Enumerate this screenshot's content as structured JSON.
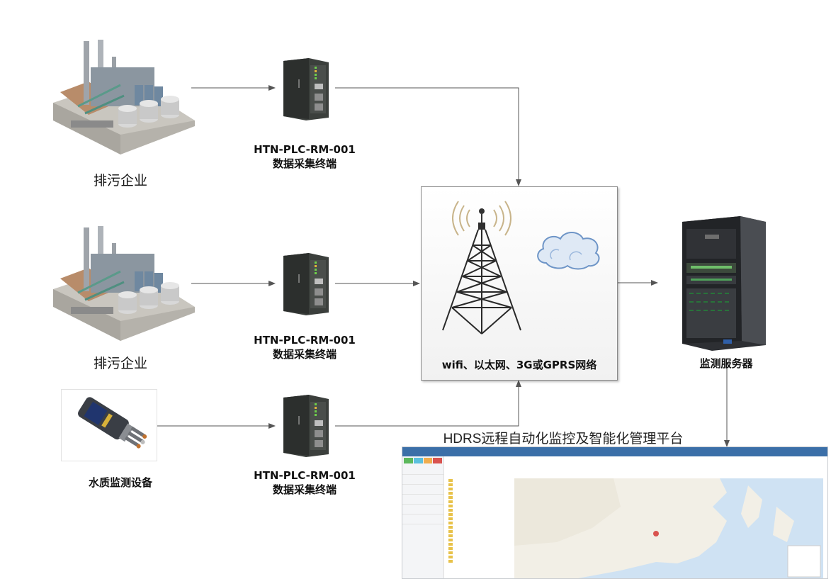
{
  "labels": {
    "enterprise_1": "排污企业",
    "enterprise_2": "排污企业",
    "water_device": "水质监测设备",
    "terminal_model": "HTN-PLC-RM-001",
    "terminal_desc": "数据采集终端",
    "network": "wifi、以太网、3G或GPRS网络",
    "server": "监测服务器",
    "platform_title": "HDRS远程自动化监控及智能化管理平台"
  },
  "colors": {
    "arrow": "#555555",
    "platform_header": "#3b6fa8"
  },
  "icons": [
    "factory-icon",
    "water-probe-icon",
    "plc-terminal-icon",
    "radio-tower-icon",
    "cloud-icon",
    "server-tower-icon",
    "platform-screenshot"
  ]
}
